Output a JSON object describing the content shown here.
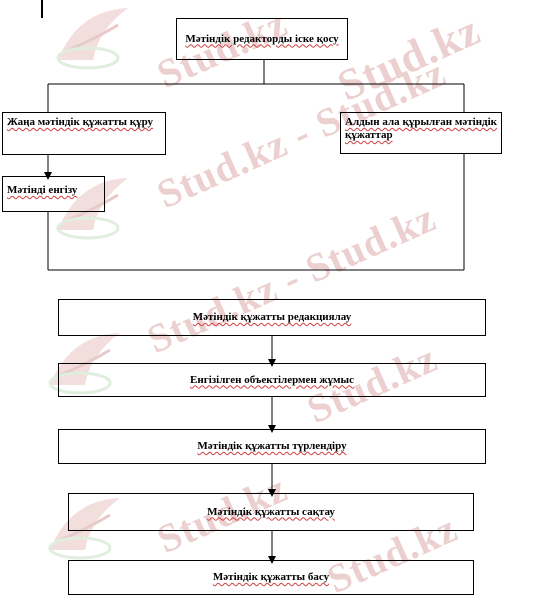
{
  "watermark": {
    "text": "Stud.kz",
    "text_full": "Stud.kz - Stud.kz",
    "color": "#eccfcf",
    "logo_icon": "bird-logo-icon"
  },
  "flowchart": {
    "start": "Мәтіндік редакторды іске қосу",
    "branch_left": "Жаңа мәтіндік құжатты құру",
    "branch_left_sub": "Мәтінді енгізу",
    "branch_right": "Алдын ала құрылған мәтіндік құжаттар",
    "step_1": "Мәтіндік құжатты редакциялау",
    "step_2": "Енгізілген объектілермен жұмыс",
    "step_3": "Мәтіндік құжатты түрлендіру",
    "step_4": "Мәтіндік құжатты сақтау",
    "step_5": "Мәтіндік құжатты басу"
  },
  "colors": {
    "line": "#000000",
    "spell_underline": "#d04040"
  }
}
